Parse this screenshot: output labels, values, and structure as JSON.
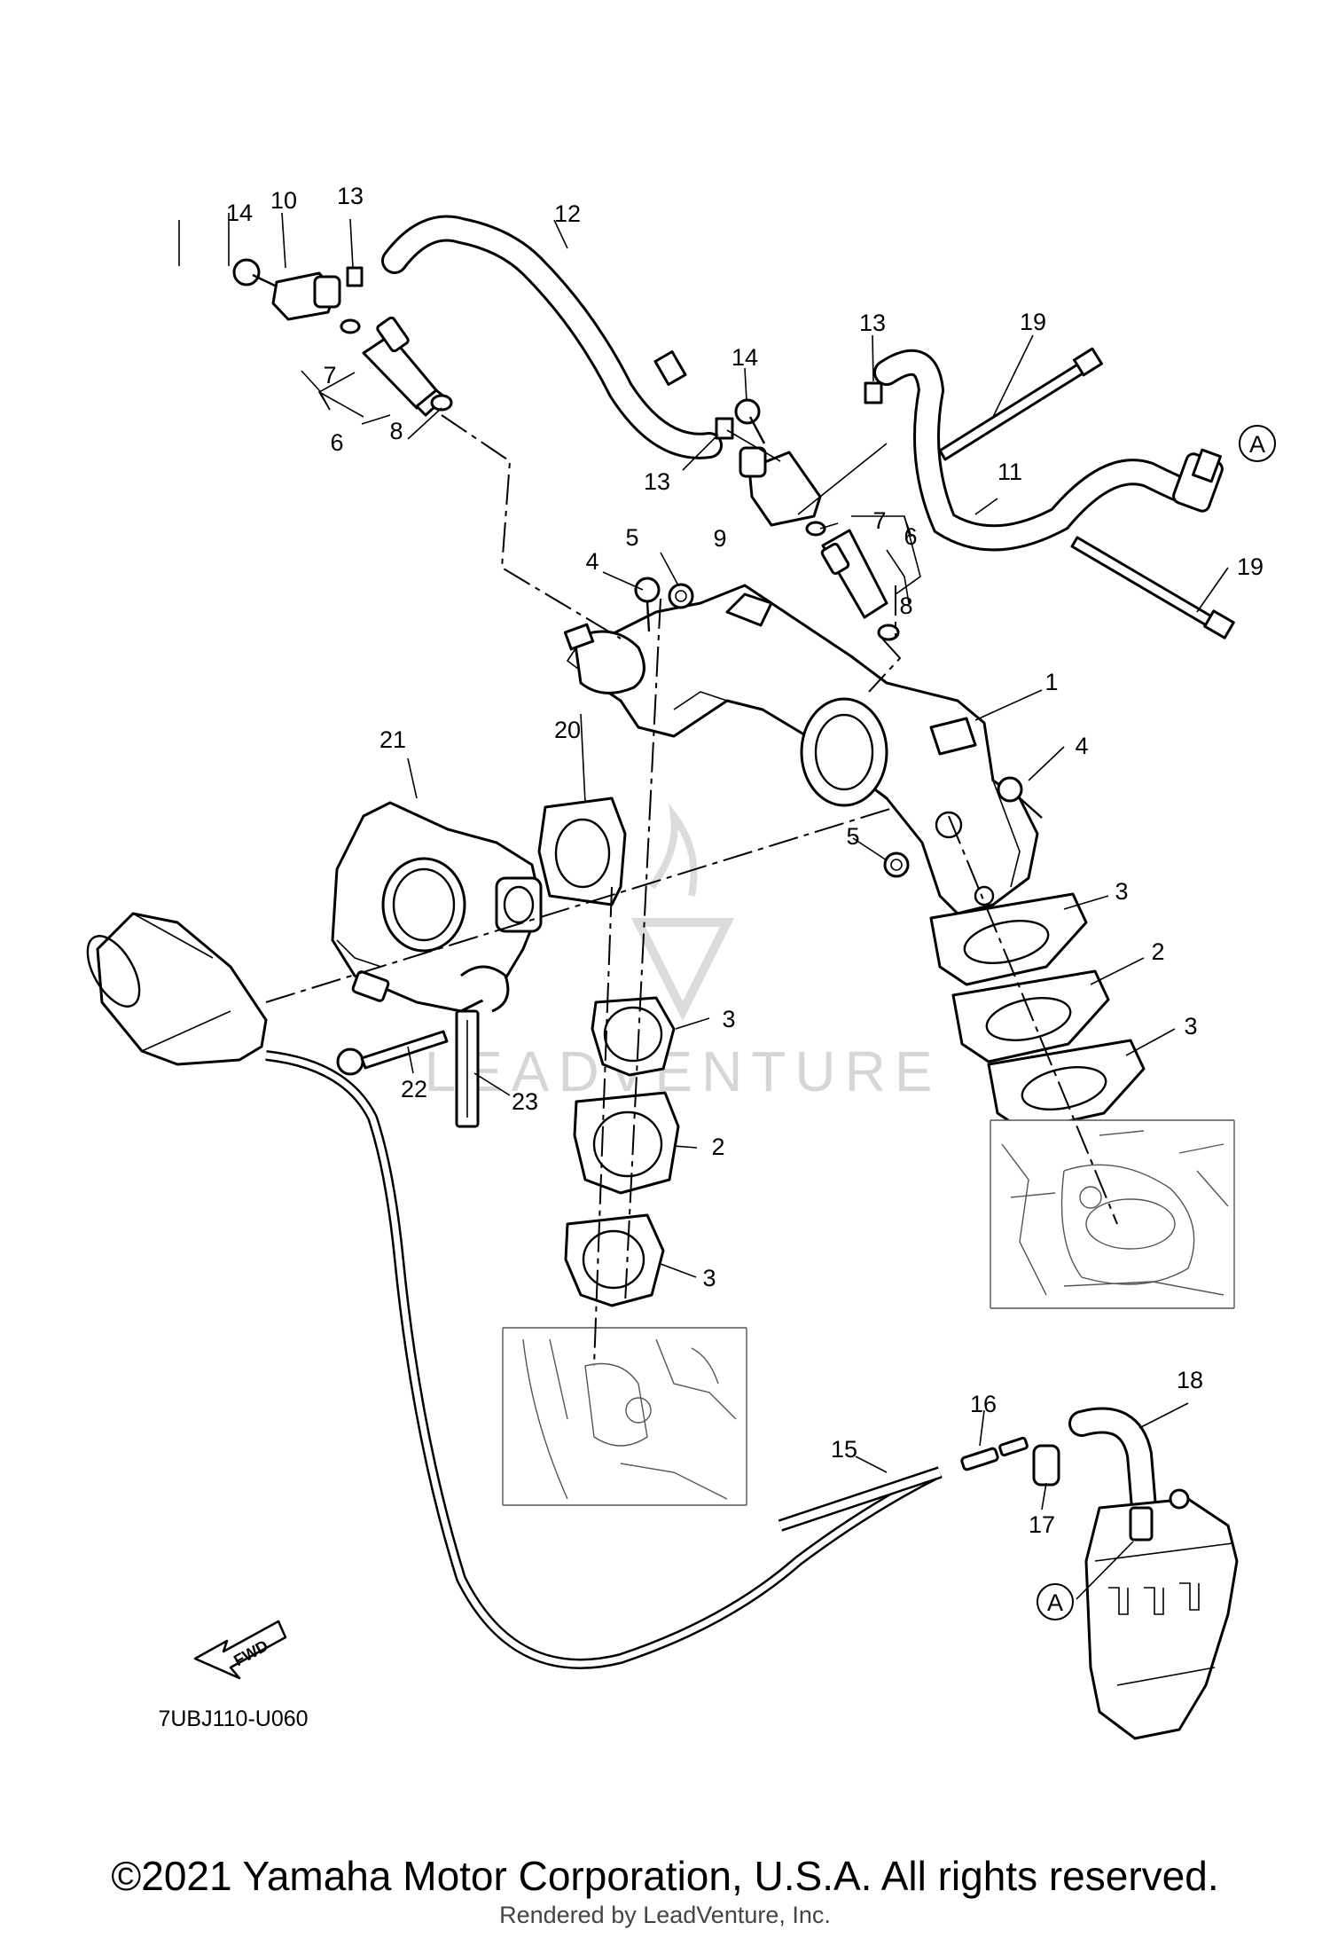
{
  "diagram": {
    "code": "7UBJ110-U060",
    "fwd_label": "FWD",
    "watermark": "LEADVENTURE",
    "connector_ref": "A",
    "callouts": [
      "1",
      "2",
      "3",
      "4",
      "5",
      "6",
      "7",
      "8",
      "9",
      "10",
      "11",
      "12",
      "13",
      "14",
      "15",
      "16",
      "17",
      "18",
      "19",
      "20",
      "21",
      "22",
      "23"
    ]
  },
  "footer": {
    "copyright": "©2021 Yamaha Motor Corporation, U.S.A. All rights reserved.",
    "rendered_by": "Rendered by LeadVenture, Inc."
  }
}
